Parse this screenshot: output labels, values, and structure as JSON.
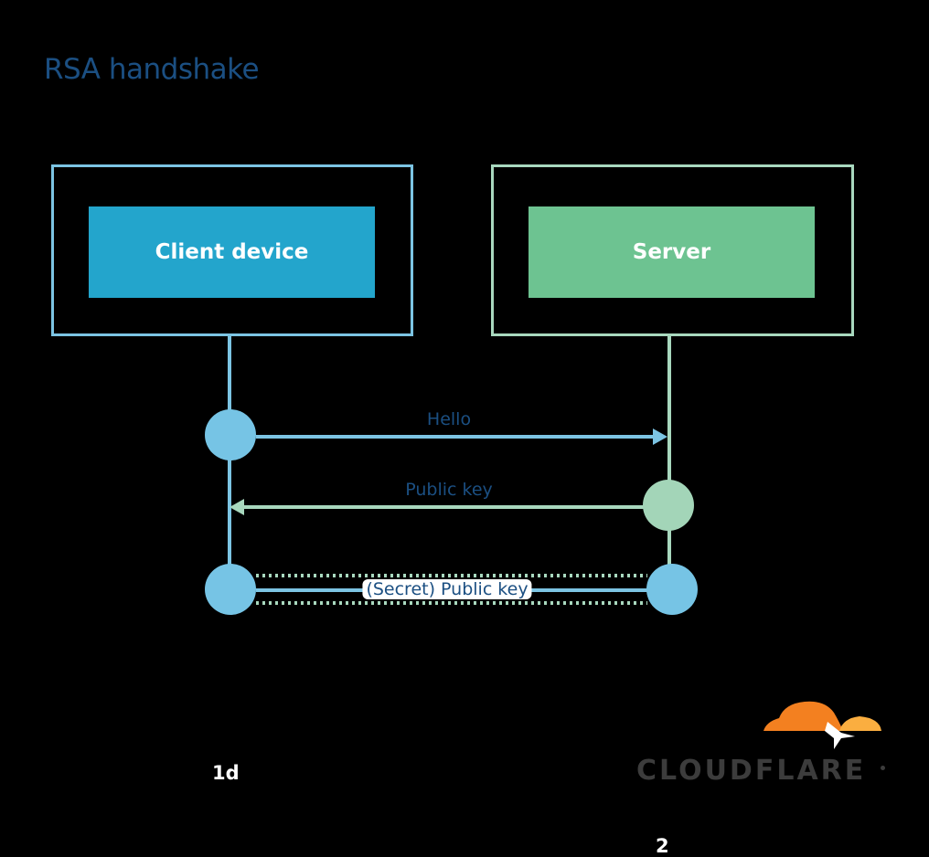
{
  "title": "RSA handshake",
  "nodes": {
    "client": {
      "label": "Client device"
    },
    "server": {
      "label": "Server"
    }
  },
  "messages": [
    {
      "label": "Hello",
      "direction": "client-to-server"
    },
    {
      "label": "Public key",
      "direction": "server-to-client"
    },
    {
      "label": "(Secret) Public key",
      "direction": "bidirectional"
    }
  ],
  "footer": {
    "left_label": "1d",
    "bottom_label": "2"
  },
  "logo": {
    "text": "CLOUDFLARE"
  },
  "colors": {
    "title": "#1b4f82",
    "client_border": "#7cc4e3",
    "client_fill": "#23a5cc",
    "server_border": "#a8d8be",
    "server_fill": "#6dc391",
    "client_line": "#7cc4e3",
    "server_line": "#a8d8be",
    "client_dot": "#76c4e5",
    "server_dot": "#a3d5b8",
    "label_text": "#1b4f82",
    "logo_orange": "#f38020",
    "logo_light_orange": "#faae40"
  }
}
